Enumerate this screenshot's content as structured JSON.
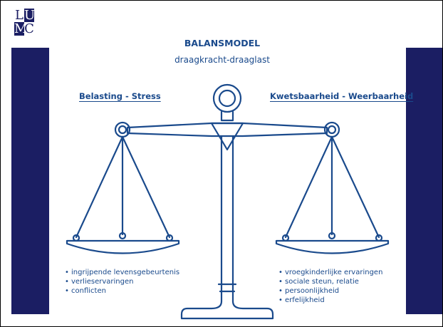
{
  "logo": {
    "letters": [
      "L",
      "U",
      "M",
      "C"
    ]
  },
  "diagram": {
    "title": "BALANSMODEL",
    "subtitle": "draagkracht-draaglast",
    "left_heading": "Belasting - Stress",
    "right_heading": "Kwetsbaarheid - Weerbaarheid",
    "left_items": [
      "ingrijpende levensgebeurtenis",
      "verlieservaringen",
      "conflicten"
    ],
    "right_items": [
      "vroegkinderlijke ervaringen",
      "sociale steun, relatie",
      "persoonlijkheid",
      "erfelijkheid"
    ]
  },
  "colors": {
    "accent": "#1a4a8c",
    "side_bars": "#1b1e63"
  }
}
